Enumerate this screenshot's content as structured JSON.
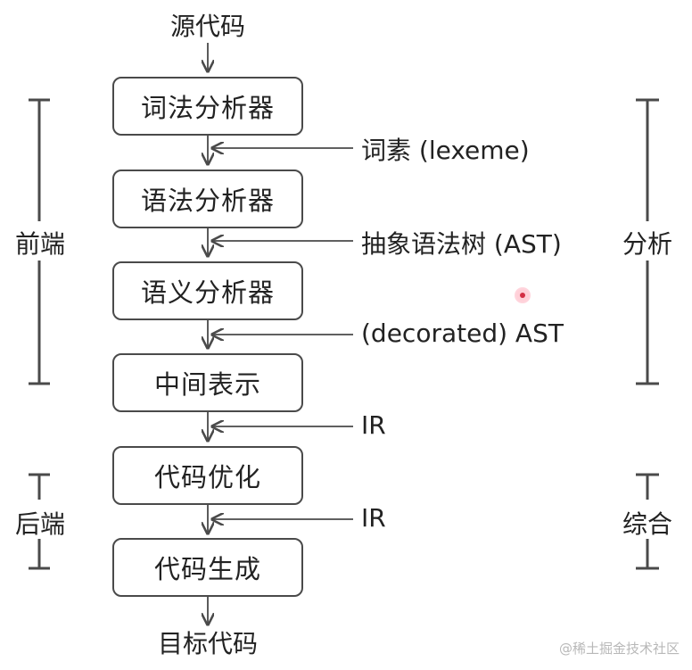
{
  "source": "源代码",
  "target": "目标代码",
  "stages": [
    {
      "label": "词法分析器"
    },
    {
      "label": "语法分析器"
    },
    {
      "label": "语义分析器"
    },
    {
      "label": "中间表示"
    },
    {
      "label": "代码优化"
    },
    {
      "label": "代码生成"
    }
  ],
  "artifacts": [
    "词素 (lexeme)",
    "抽象语法树 (AST)",
    "(decorated) AST",
    "IR",
    "IR"
  ],
  "left_groups": {
    "frontend": "前端",
    "backend": "后端"
  },
  "right_groups": {
    "analysis": "分析",
    "synthesis": "综合"
  },
  "watermark": "@稀土掘金技术社区",
  "colors": {
    "line": "#4a4a4a",
    "text": "#222222",
    "pointer": "#d32f45"
  }
}
